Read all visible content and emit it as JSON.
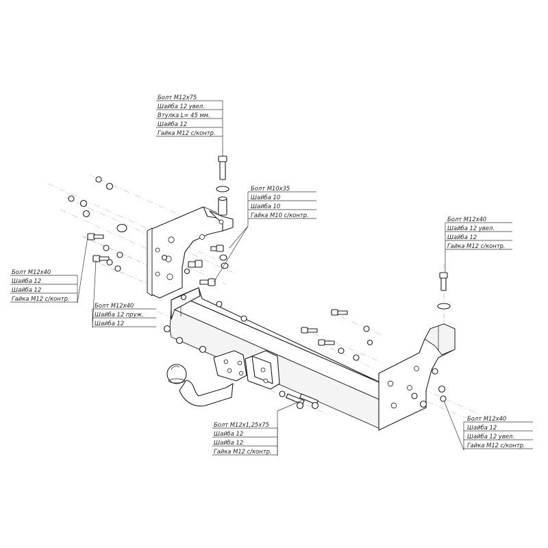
{
  "callouts": [
    {
      "id": "top-bolt",
      "lines": [
        "Болт М12х75",
        "Шайба 12 увел.",
        "Втулка L= 45 мм.",
        "Шайба 12",
        "Гайка М12 с/контр."
      ]
    },
    {
      "id": "m10-bolt",
      "lines": [
        "Болт М10х35",
        "Шайба 10",
        "Шайба 10",
        "Гайка М10 с/контр."
      ]
    },
    {
      "id": "right-top",
      "lines": [
        "Болт М12х40",
        "Шайба 12 увел.",
        "Шайба 12",
        "Гайка М12 с/контр."
      ]
    },
    {
      "id": "left-upper",
      "lines": [
        "Болт М12х40",
        "Шайба 12",
        "Шайба 12",
        "Гайка М12 с/контр."
      ]
    },
    {
      "id": "left-lower",
      "lines": [
        "Болт М12х40",
        "Шайба 12 пруж.",
        "Шайба 12"
      ]
    },
    {
      "id": "center-bolt",
      "lines": [
        "Болт М12х1,25х75",
        "Шайба 12",
        "Шайба 12",
        "Гайка М12 с/контр."
      ]
    },
    {
      "id": "right-lower",
      "lines": [
        "Болт М12х40",
        "Шайба 12",
        "Шайба 12 увел.",
        "Гайка М12 с/контр."
      ]
    }
  ]
}
